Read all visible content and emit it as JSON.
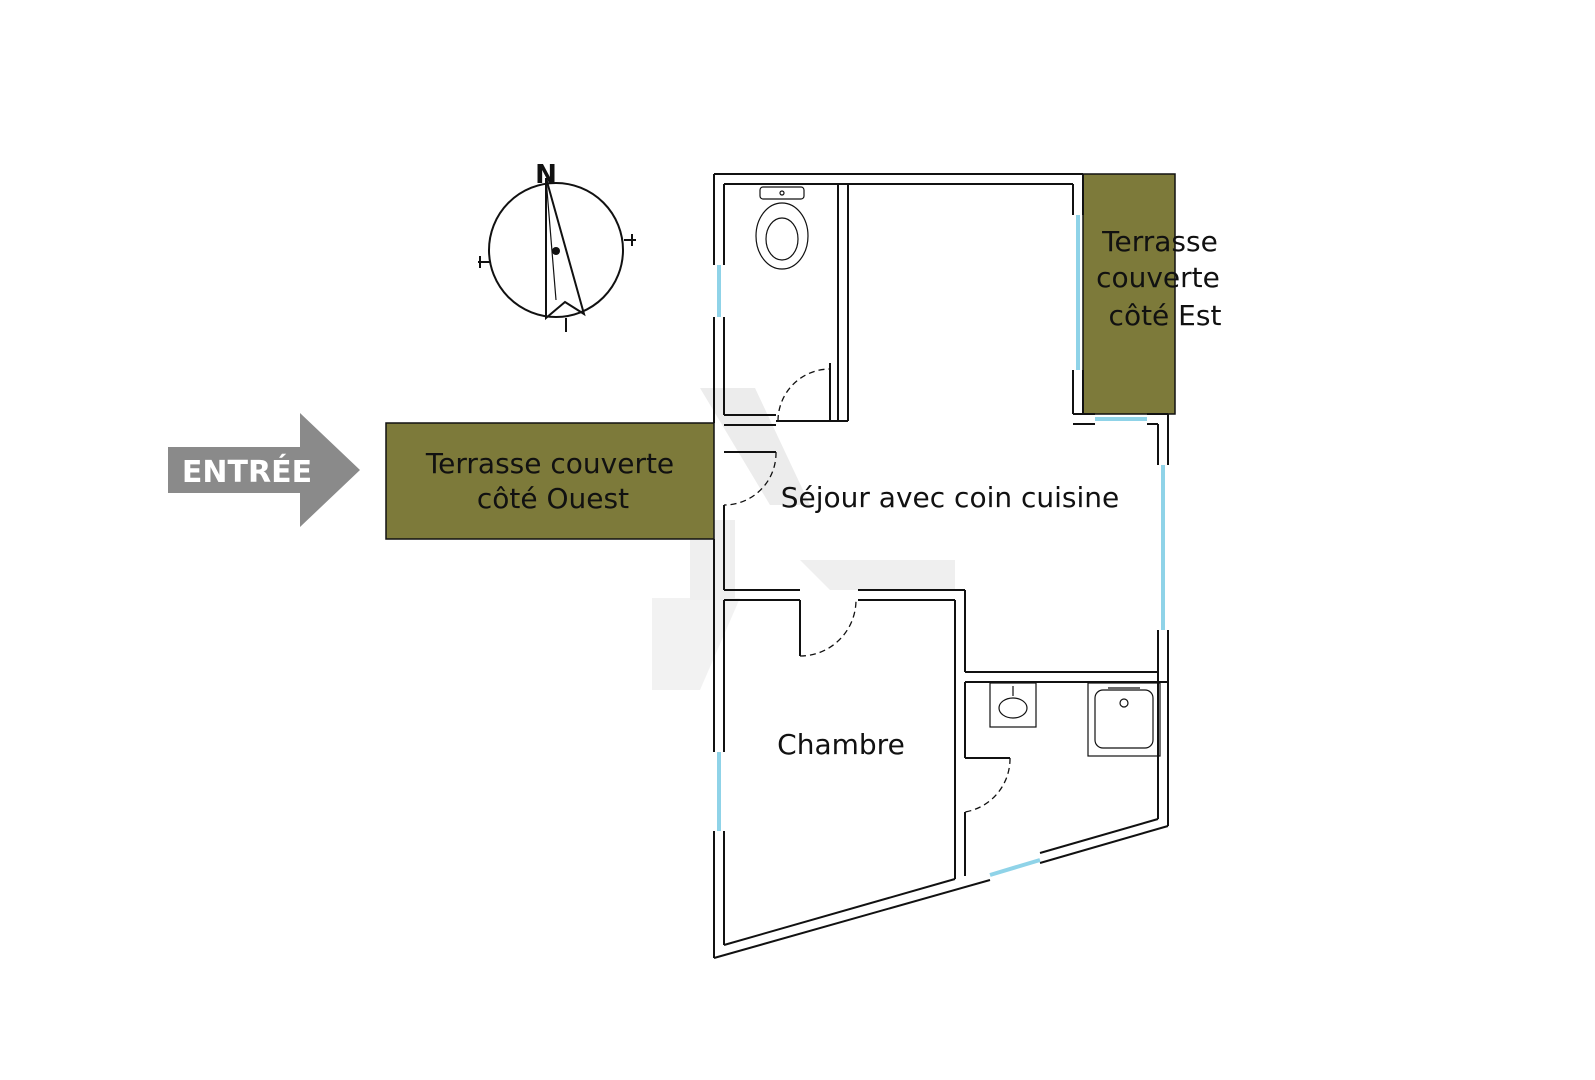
{
  "colors": {
    "terrace_fill": "#7d7a3a",
    "arrow_fill": "#8a8a8a",
    "wall": "#111111",
    "window_glass": "#8fd3e8",
    "watermark": "#e6e6e6"
  },
  "entry": {
    "label": "ENTRÉE",
    "icon": "arrow-right-icon"
  },
  "compass": {
    "north_label": "N",
    "icon": "compass-icon"
  },
  "rooms": {
    "terrace_west": {
      "line1": "Terrasse couverte",
      "line2": "côté Ouest"
    },
    "terrace_east": {
      "line1": "Terrasse",
      "line2": "couverte",
      "line3": "côté Est"
    },
    "living": {
      "label": "Séjour avec coin cuisine"
    },
    "bedroom": {
      "label": "Chambre"
    }
  },
  "fixtures": [
    "toilet-icon",
    "washbasin-icon",
    "shower-tray-icon"
  ]
}
